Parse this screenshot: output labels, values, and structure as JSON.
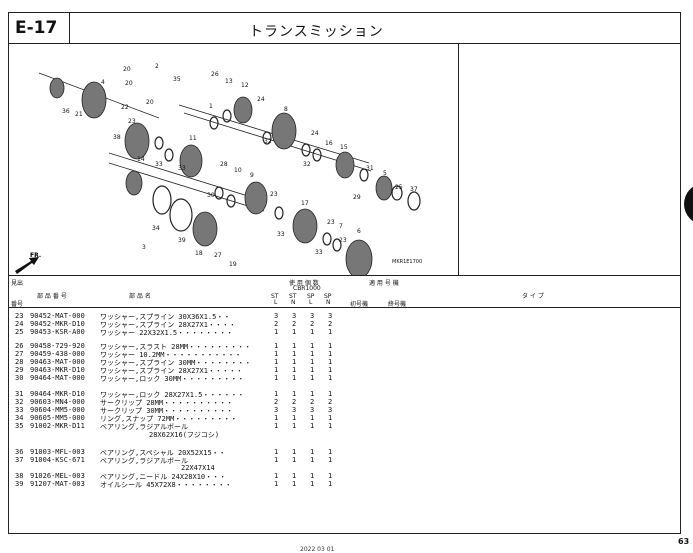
{
  "header": {
    "code": "E-17",
    "title": "トランスミッション"
  },
  "diagram": {
    "ref_code": "MKR1E1700",
    "direction_label": "FR.",
    "callouts": [
      "20",
      "20",
      "2",
      "35",
      "26",
      "13",
      "12",
      "24",
      "4",
      "21",
      "36",
      "22",
      "20",
      "1",
      "8",
      "38",
      "23",
      "24",
      "32",
      "32",
      "16",
      "15",
      "33",
      "11",
      "14",
      "28",
      "10",
      "9",
      "31",
      "5",
      "29",
      "25",
      "37",
      "30",
      "23",
      "17",
      "27",
      "19",
      "18",
      "39",
      "3",
      "34",
      "33",
      "23",
      "7",
      "6",
      "33",
      "23",
      "33"
    ]
  },
  "columns": {
    "midashi": "見出",
    "ban": "番号",
    "part_no": "部 品 番 号",
    "part_name": "部 品 名",
    "usage_count": "使 用 個 数",
    "model": "CBR1000",
    "sub_top": [
      "ST",
      "ST",
      "SP",
      "SP"
    ],
    "sub_bot": [
      "L",
      "N",
      "L",
      "N"
    ],
    "apply_no": "適 用 号 機",
    "first_no": "初号機",
    "last_no": "終号機",
    "type": "タ イ プ"
  },
  "rows": [
    {
      "ref": "23",
      "no": "90452-MAT-000",
      "name": "ワッシャー,スプライン 30X36X1.5・・",
      "q": [
        "3",
        "3",
        "3",
        "3"
      ]
    },
    {
      "ref": "24",
      "no": "90452-MKR-D10",
      "name": "ワッシャー,スプライン 28X27X1・・・・",
      "q": [
        "2",
        "2",
        "2",
        "2"
      ]
    },
    {
      "ref": "25",
      "no": "90453-KSR-A00",
      "name": "ワッシャー 22X32X1.5・・・・・・・・",
      "q": [
        "1",
        "1",
        "1",
        "1"
      ]
    },
    {
      "ref": "26",
      "no": "90458-729-920",
      "name": "ワッシャー,スラスト 28MM・・・・・・・・・",
      "q": [
        "1",
        "1",
        "1",
        "1"
      ]
    },
    {
      "ref": "27",
      "no": "90459-438-000",
      "name": "ワッシャー 10.2MM・・・・・・・・・・・",
      "q": [
        "1",
        "1",
        "1",
        "1"
      ]
    },
    {
      "ref": "28",
      "no": "90463-MAT-000",
      "name": "ワッシャー,スプライン 30MM・・・・・・・・",
      "q": [
        "1",
        "1",
        "1",
        "1"
      ]
    },
    {
      "ref": "29",
      "no": "90463-MKR-D10",
      "name": "ワッシャー,スプライン 28X27X1・・・・・",
      "q": [
        "1",
        "1",
        "1",
        "1"
      ]
    },
    {
      "ref": "30",
      "no": "90464-MAT-000",
      "name": "ワッシャー,ロック 30MM・・・・・・・・・",
      "q": [
        "1",
        "1",
        "1",
        "1"
      ]
    },
    {
      "ref": "31",
      "no": "90464-MKR-D10",
      "name": "ワッシャー,ロック 28X27X1.5・・・・・・",
      "q": [
        "1",
        "1",
        "1",
        "1"
      ]
    },
    {
      "ref": "32",
      "no": "90603-MN4-000",
      "name": "サークリップ 28MM・・・・・・・・・・",
      "q": [
        "2",
        "2",
        "2",
        "2"
      ]
    },
    {
      "ref": "33",
      "no": "90604-MM5-000",
      "name": "サークリップ 30MM・・・・・・・・・・",
      "q": [
        "3",
        "3",
        "3",
        "3"
      ]
    },
    {
      "ref": "34",
      "no": "90605-MM5-000",
      "name": "リング,スナップ 72MM・・・・・・・・・",
      "q": [
        "1",
        "1",
        "1",
        "1"
      ]
    },
    {
      "ref": "35",
      "no": "91002-MKR-D11",
      "name": "ベアリング,ラジアルボール",
      "name2": "28X62X16(フジコシ)",
      "q": [
        "1",
        "1",
        "1",
        "1"
      ]
    },
    {
      "ref": "36",
      "no": "91003-MFL-003",
      "name": "ベアリング,スペシャル 20X52X15・・",
      "q": [
        "1",
        "1",
        "1",
        "1"
      ]
    },
    {
      "ref": "37",
      "no": "91004-KSC-671",
      "name": "ベアリング,ラジアルボール",
      "name2": "22X47X14",
      "q": [
        "1",
        "1",
        "1",
        "1"
      ]
    },
    {
      "ref": "38",
      "no": "91026-MEL-003",
      "name": "ベアリング,ニードル 24X28X10・・・",
      "q": [
        "1",
        "1",
        "1",
        "1"
      ]
    },
    {
      "ref": "39",
      "no": "91207-MAT-003",
      "name": "オイルシール 45X72X8・・・・・・・・",
      "q": [
        "1",
        "1",
        "1",
        "1"
      ]
    }
  ],
  "page_number": "63",
  "footer_fragment": "2022 03 01"
}
